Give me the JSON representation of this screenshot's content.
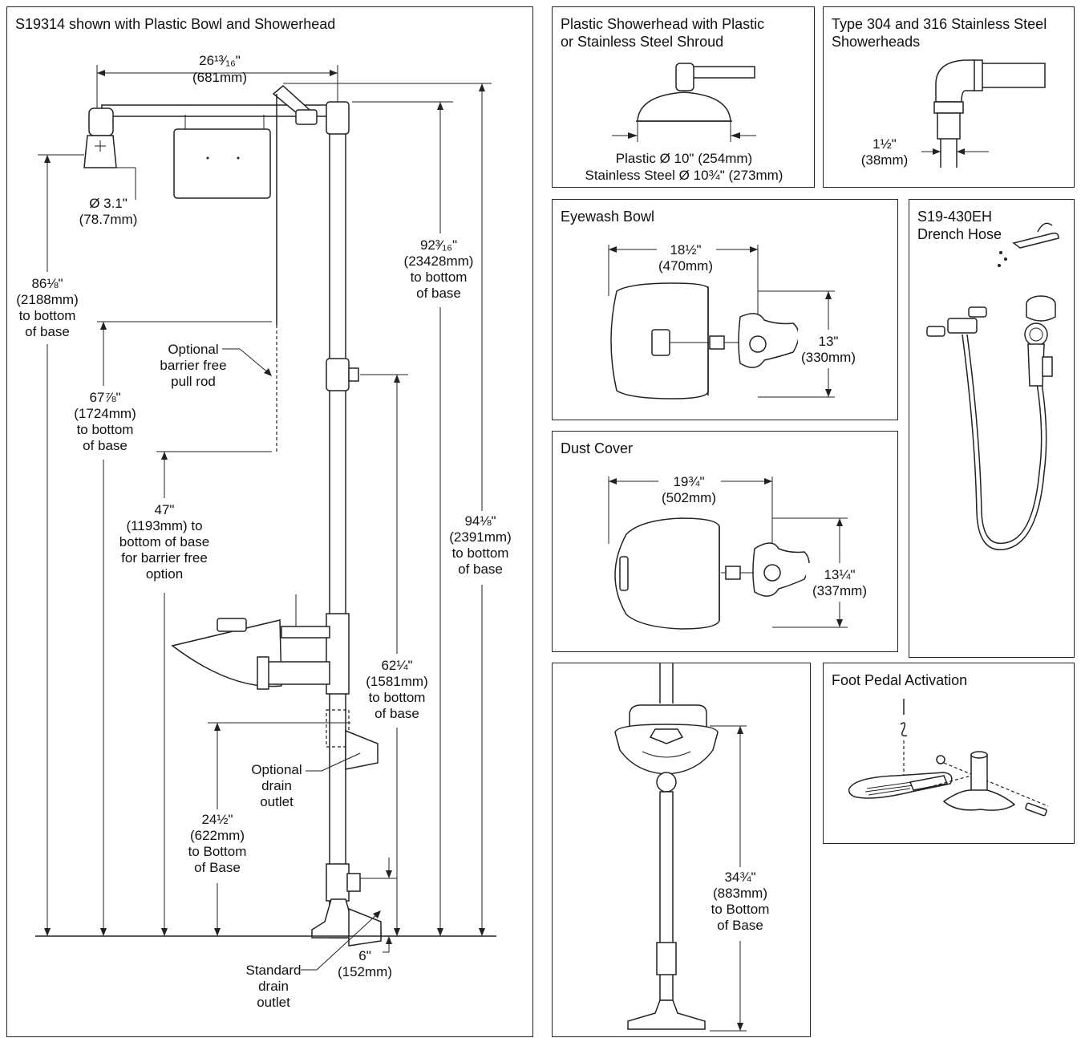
{
  "main": {
    "title": "S19314 shown with Plastic Bowl and Showerhead",
    "dims": {
      "arm_width": [
        "26¹³⁄₁₆\"",
        "(681mm)"
      ],
      "showerhead_dia": [
        "Ø 3.1\"",
        "(78.7mm)"
      ],
      "height_86": [
        "86⅛\"",
        "(2188mm)",
        "to bottom",
        "of base"
      ],
      "height_92": [
        "92³⁄₁₆\"",
        "(23428mm)",
        "to bottom",
        "of base"
      ],
      "pull_rod": [
        "Optional",
        "barrier free",
        "pull rod"
      ],
      "height_67": [
        "67⅞\"",
        "(1724mm)",
        "to bottom",
        "of base"
      ],
      "height_47": [
        "47\"",
        "(1193mm) to",
        "bottom of base",
        "for barrier free",
        "option"
      ],
      "height_94": [
        "94⅛\"",
        "(2391mm)",
        "to bottom",
        "of base"
      ],
      "height_62": [
        "62¼\"",
        "(1581mm)",
        "to bottom",
        "of base"
      ],
      "optional_drain": [
        "Optional",
        "drain",
        "outlet"
      ],
      "height_24": [
        "24½\"",
        "(622mm)",
        "to Bottom",
        "of Base"
      ],
      "standard_drain": [
        "Standard",
        "drain",
        "outlet"
      ],
      "height_6": [
        "6\"",
        "(152mm)"
      ]
    }
  },
  "plastic_showerhead": {
    "title": "Plastic Showerhead with Plastic\nor Stainless Steel Shroud",
    "dims": [
      "Plastic Ø 10\" (254mm)",
      "Stainless Steel Ø 10¾\" (273mm)"
    ]
  },
  "steel_showerheads": {
    "title": "Type 304 and 316 Stainless Steel\nShowerheads",
    "dims": [
      "1½\"",
      "(38mm)"
    ]
  },
  "eyewash_bowl": {
    "title": "Eyewash Bowl",
    "width": [
      "18½\"",
      "(470mm)"
    ],
    "depth": [
      "13\"",
      "(330mm)"
    ]
  },
  "drench_hose": {
    "title": "S19-430EH\nDrench Hose"
  },
  "dust_cover": {
    "title": "Dust Cover",
    "width": [
      "19¾\"",
      "(502mm)"
    ],
    "depth": [
      "13¼\"",
      "(337mm)"
    ]
  },
  "pedestal": {
    "dims": [
      "34¾\"",
      "(883mm)",
      "to Bottom",
      "of Base"
    ]
  },
  "foot_pedal": {
    "title": "Foot Pedal Activation"
  }
}
